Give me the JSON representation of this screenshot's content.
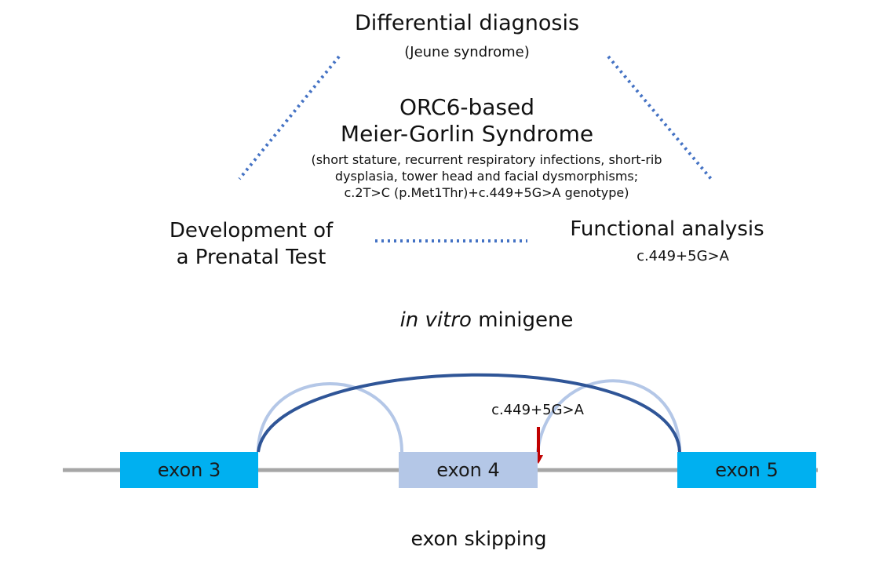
{
  "top": {
    "title": "Differential diagnosis",
    "subtitle": "(Jeune syndrome)"
  },
  "center": {
    "title_line1": "ORC6-based",
    "title_line2": "Meier-Gorlin Syndrome",
    "desc_line1": "(short stature, recurrent respiratory infections, short-rib",
    "desc_line2": "dysplasia, tower head and facial dysmorphisms;",
    "desc_line3": "c.2T>C (p.Met1Thr)+c.449+5G>A genotype)"
  },
  "left": {
    "line1": "Development of",
    "line2": "a Prenatal Test"
  },
  "right": {
    "title": "Functional analysis",
    "subtitle": "c.449+5G>A"
  },
  "minigene": {
    "italic_part": "in vitro",
    "rest": " minigene"
  },
  "exons": {
    "exon3": "exon 3",
    "exon4": "exon 4",
    "exon5": "exon 5"
  },
  "mutation_label": "c.449+5G>A",
  "caption": "exon skipping",
  "colors": {
    "dotted_line": "#4472c4",
    "exon_primary": "#00b0f0",
    "exon_secondary": "#b4c7e7",
    "arc_normal": "#b4c7e7",
    "arc_skip": "#2f5597",
    "intron": "#a6a6a6",
    "mutation_arrow": "#c00000"
  }
}
